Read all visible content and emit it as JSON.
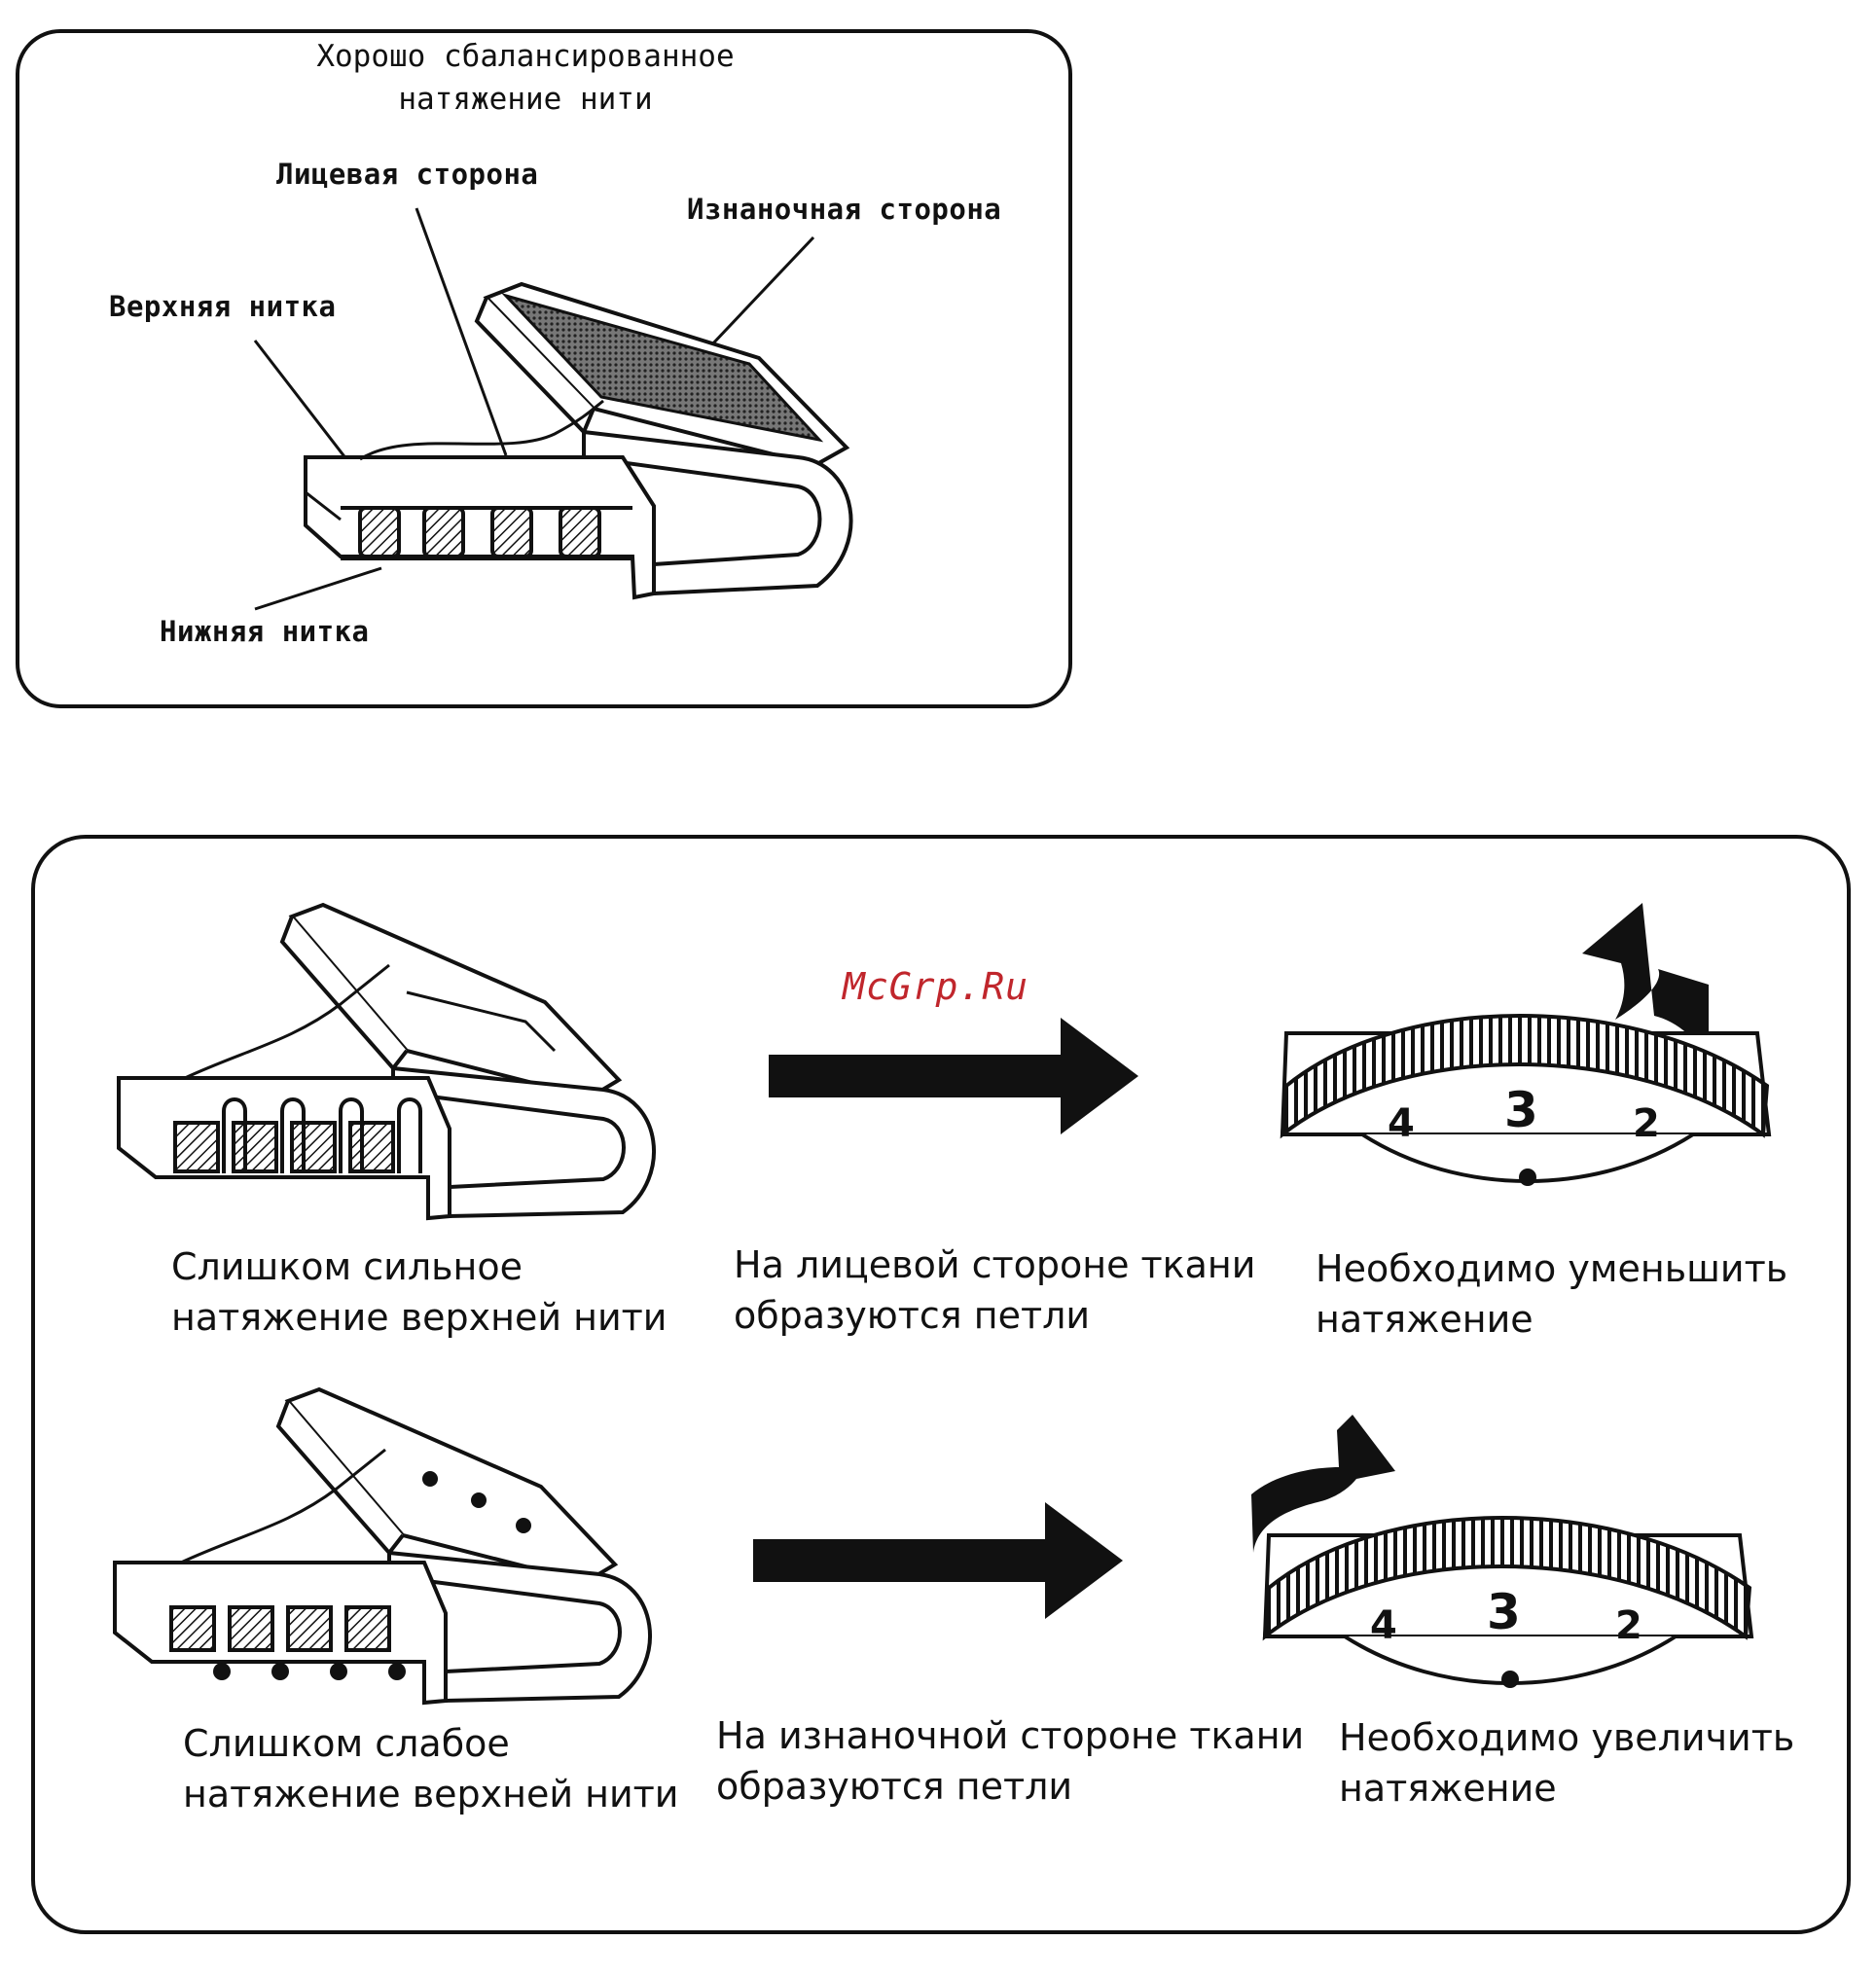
{
  "top_panel": {
    "title_line1": "Хорошо сбалансированное",
    "title_line2": "натяжение нити",
    "label_face_side": "Лицевая сторона",
    "label_back_side": "Изнаночная сторона",
    "label_upper_thread": "Верхняя нитка",
    "label_lower_thread": "Нижняя нитка"
  },
  "watermark": "McGrp.Ru",
  "rows": [
    {
      "condition": "Слишком сильное\nнатяжение верхней нити",
      "result": "На лицевой стороне ткани\nобразуются петли",
      "action": "Необходимо уменьшить\nнатяжение",
      "dial_center": "3",
      "dial_left": "4",
      "dial_right": "2",
      "rotation": "left"
    },
    {
      "condition": "Слишком слабое\nнатяжение верхней нити",
      "result": "На изнаночной стороне ткани\nобразуются петли",
      "action": "Необходимо увеличить\nнатяжение",
      "dial_center": "3",
      "dial_left": "4",
      "dial_right": "2",
      "rotation": "right"
    }
  ],
  "colors": {
    "ink": "#111111",
    "watermark": "#c0262c",
    "background": "#ffffff"
  }
}
